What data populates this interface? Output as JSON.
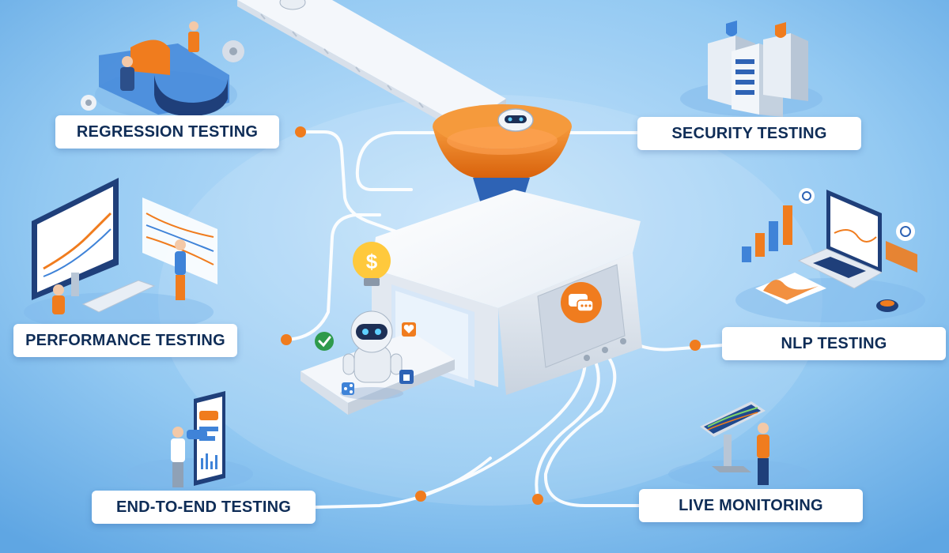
{
  "labels": {
    "regression": "REGRESSION TESTING",
    "security": "SECURITY TESTING",
    "performance": "PERFORMANCE TESTING",
    "nlp": "NLP TESTING",
    "end_to_end": "END-TO-END TESTING",
    "live_monitoring": "LIVE MONITORING"
  },
  "icons": {
    "bulb": "dollar-lightbulb-icon",
    "chat": "chat-bubbles-icon",
    "check": "check-icon",
    "share": "share-icon",
    "like": "thumbs-up-icon",
    "heart": "heart-icon"
  },
  "bulb_symbol": "$",
  "colors": {
    "background_light": "#b9dcf8",
    "background_dark": "#6aaee6",
    "accent_orange": "#f07c1e",
    "label_text": "#0f2d57",
    "navy": "#1f3f7a",
    "connector": "#ffffff"
  }
}
